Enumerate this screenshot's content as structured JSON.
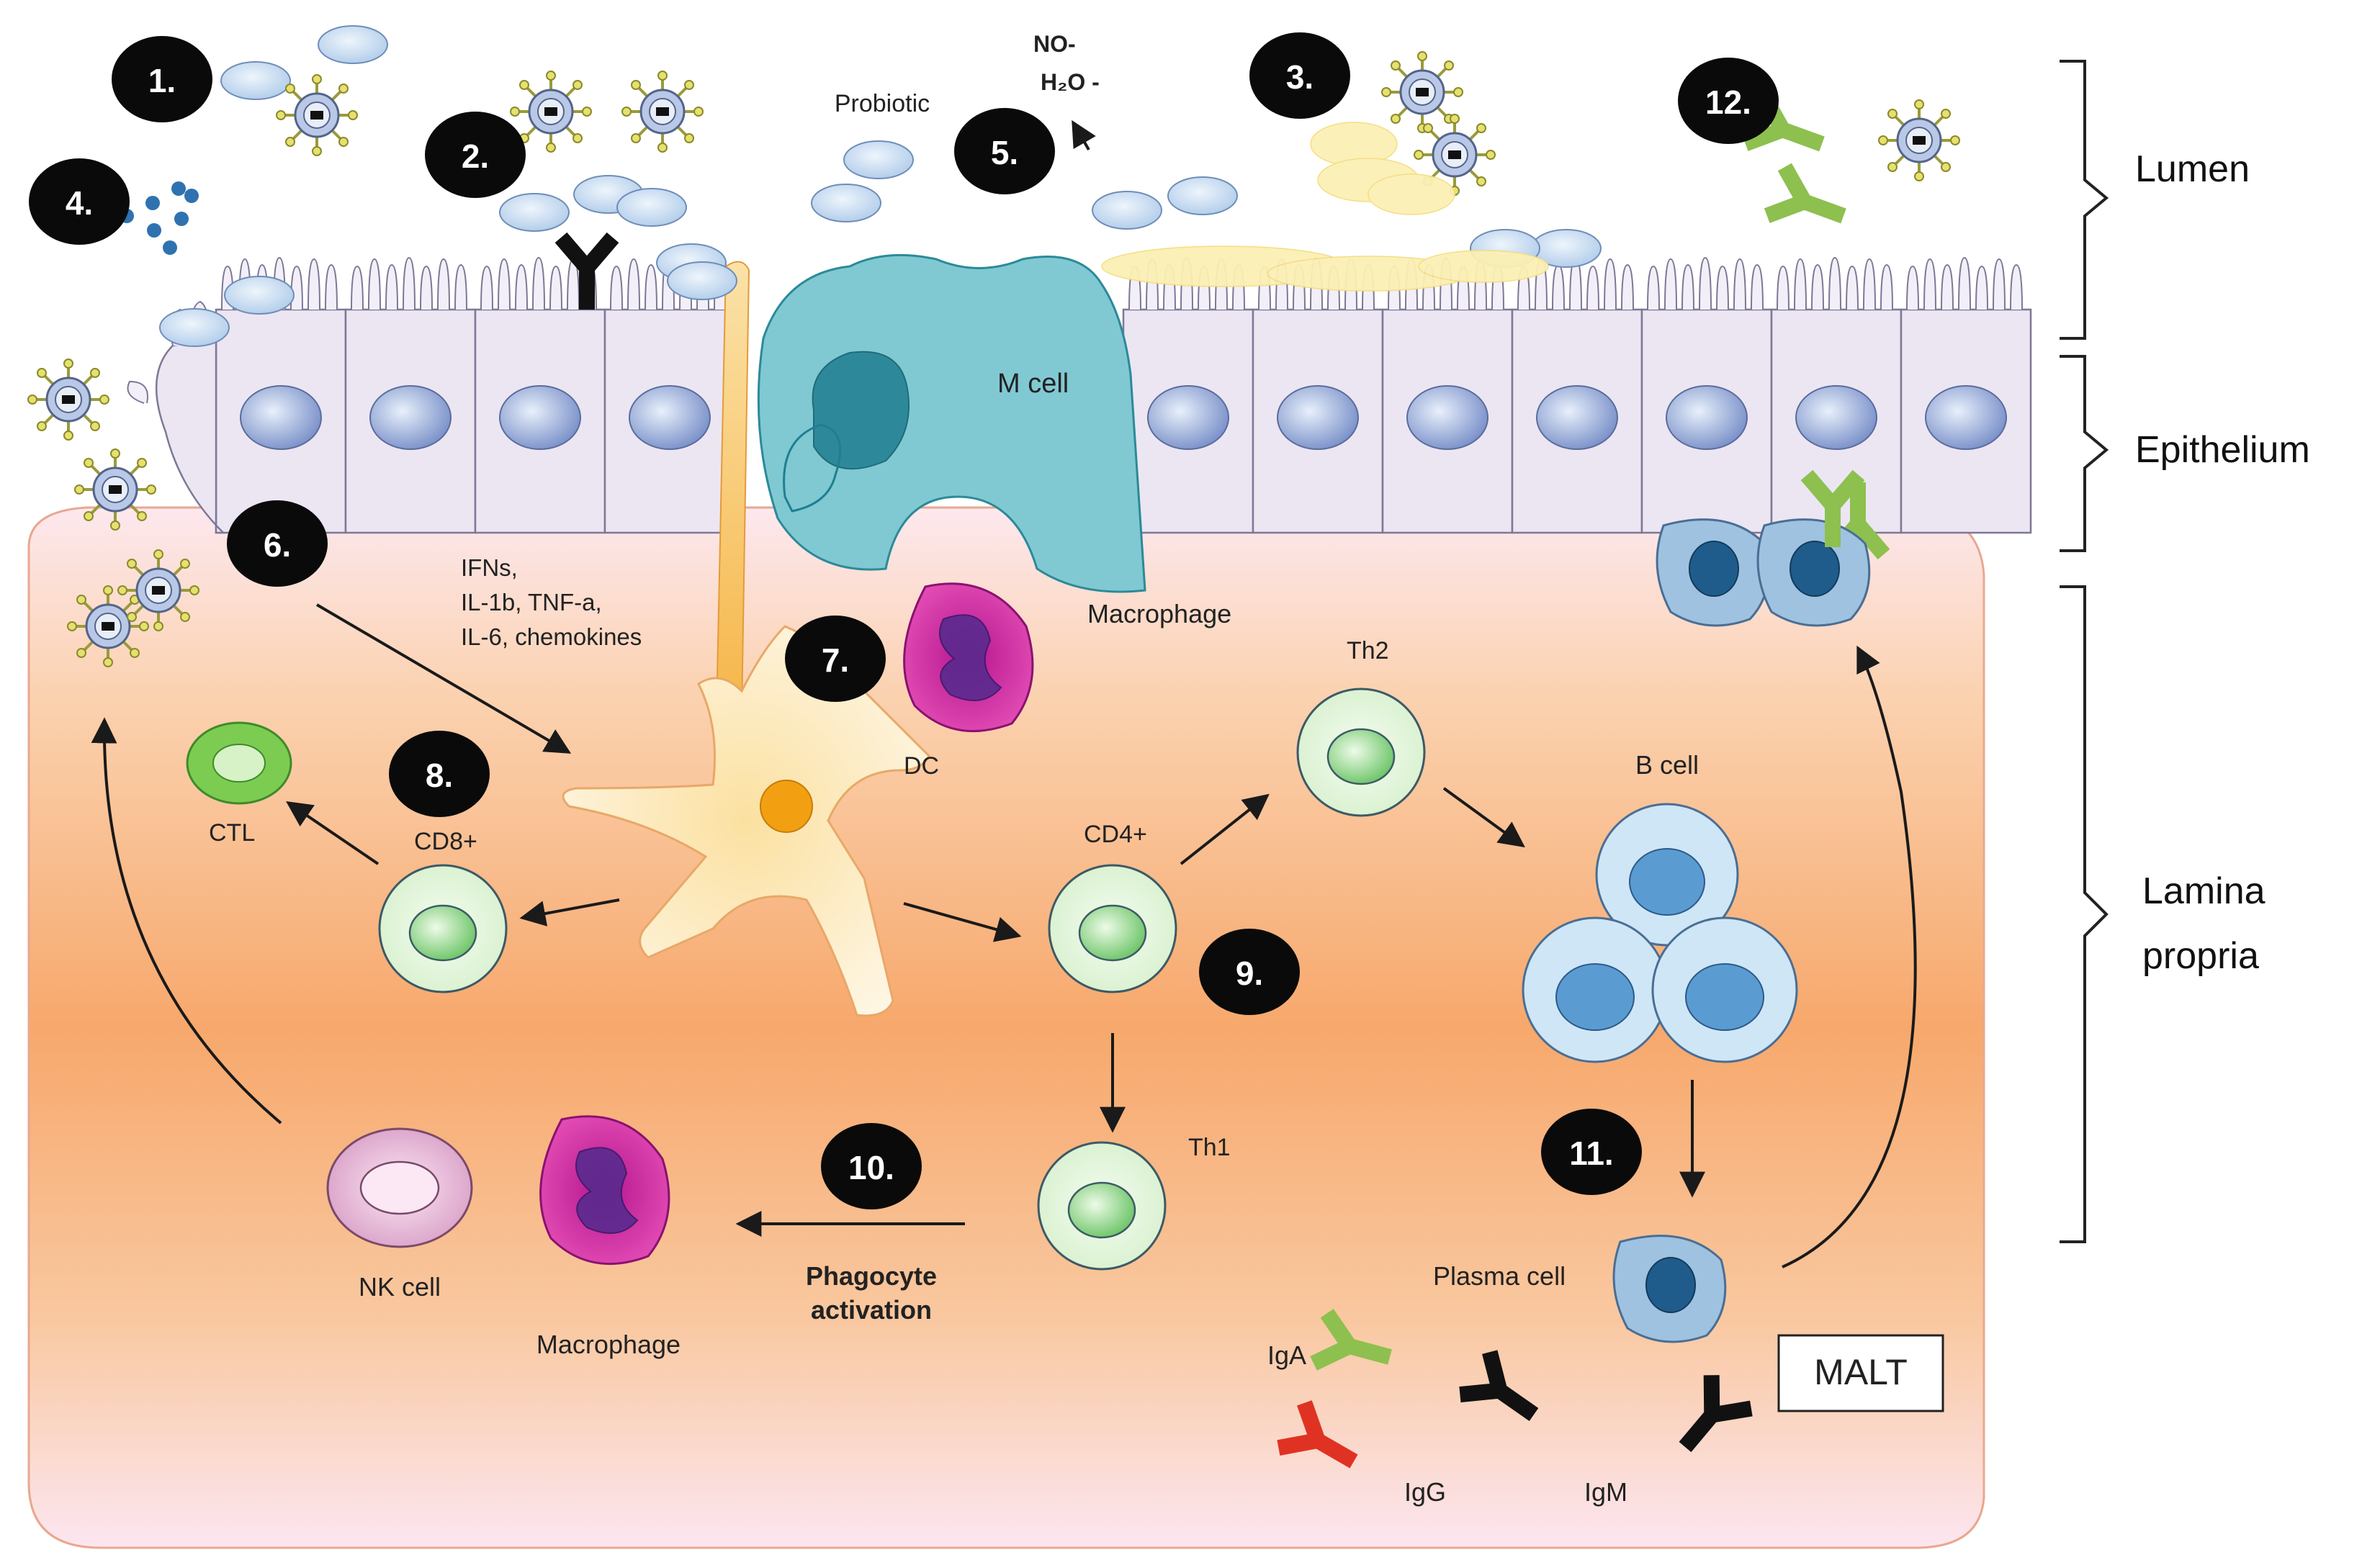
{
  "steps": [
    "1.",
    "2.",
    "3.",
    "4.",
    "5.",
    "6.",
    "7.",
    "8.",
    "9.",
    "10.",
    "11.",
    "12."
  ],
  "regions": {
    "lumen": "Lumen",
    "epithelium": "Epithelium",
    "lamina_line1": "Lamina",
    "lamina_line2": "propria"
  },
  "labels": {
    "probiotic": "Probiotic",
    "no": "NO-",
    "h2o": "H₂O -",
    "m_cell": "M cell",
    "cytokines_1": "IFNs,",
    "cytokines_2": "IL-1b, TNF-a,",
    "cytokines_3": "IL-6, chemokines",
    "macrophage_top": "Macrophage",
    "dc": "DC",
    "th2": "Th2",
    "b_cell": "B cell",
    "ctl": "CTL",
    "cd8": "CD8+",
    "cd4": "CD4+",
    "th1": "Th1",
    "nk_cell": "NK cell",
    "macrophage_bottom": "Macrophage",
    "phagocyte_1": "Phagocyte",
    "phagocyte_2": "activation",
    "plasma_cell": "Plasma cell",
    "malt": "MALT",
    "iga": "IgA",
    "igg": "IgG",
    "igm": "IgM"
  },
  "colors": {
    "lamina_orange": "#f7b27c",
    "lamina_pink": "#fbe3ee",
    "epithelial": "#ebe6f2",
    "probiotic": "#c8dcf0",
    "m_cell": "#7cc8d2",
    "dc": "#f8c460",
    "macrophage": "#c81e9a",
    "t_cell": "#dff5d8",
    "ctl": "#7ccc52",
    "b_cell": "#cfe6f6",
    "nk_cell": "#e8b8d8",
    "iga": "#8dc04f",
    "igg": "#e03222",
    "igm": "#111111",
    "step_badge": "#0a0a0a"
  }
}
